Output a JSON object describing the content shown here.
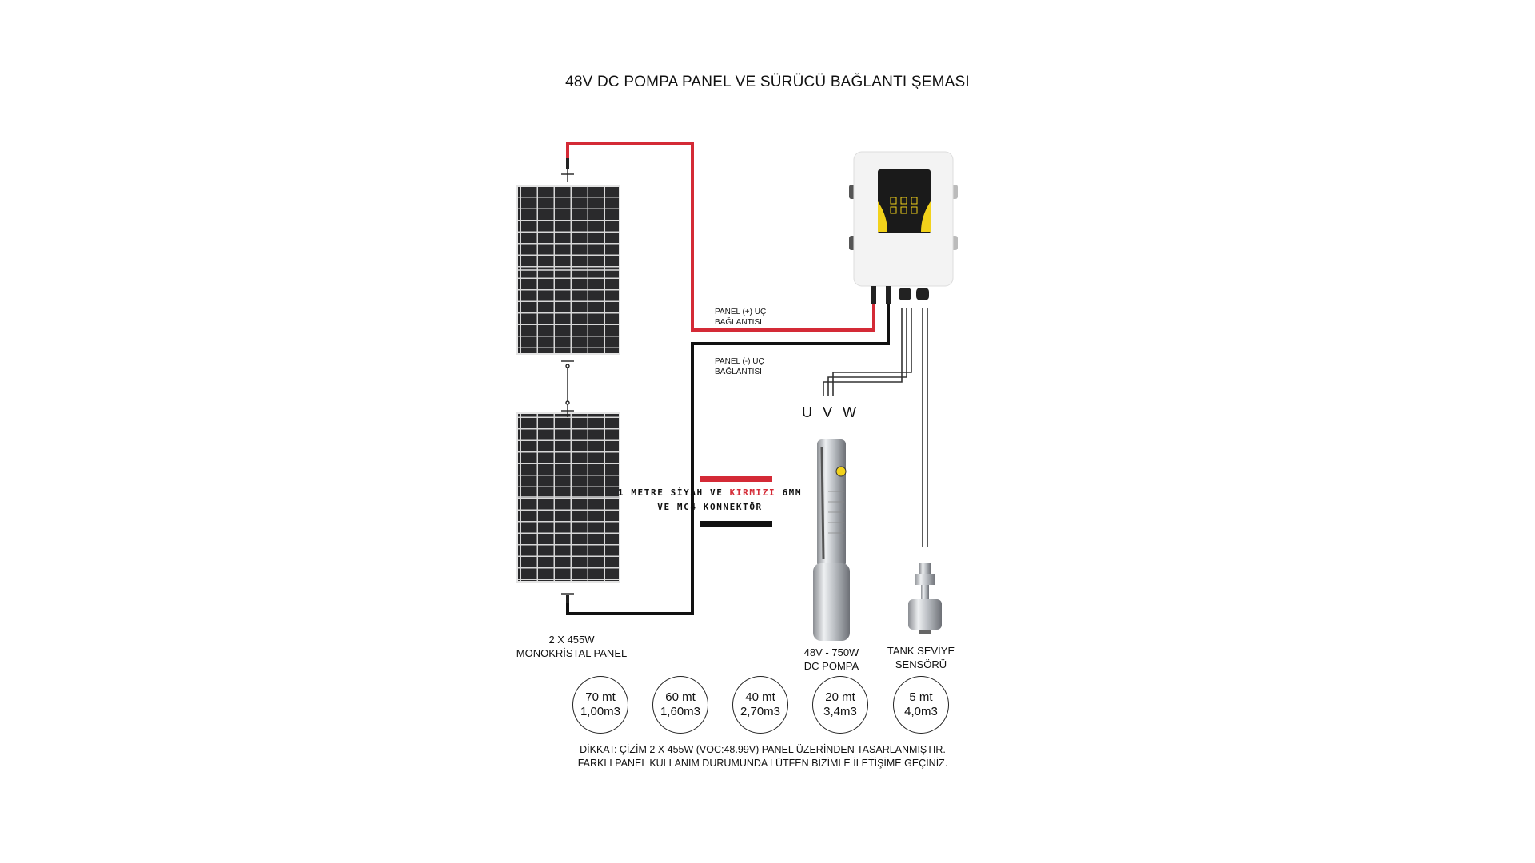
{
  "title": "48V DC POMPA PANEL VE SÜRÜCÜ BAĞLANTI ŞEMASI",
  "colors": {
    "positive_wire": "#d42a36",
    "negative_wire": "#111111",
    "panel_cell": "#2a2a2c",
    "controller_accent": "#f2d21b"
  },
  "wire_labels": {
    "positive": [
      "PANEL (+) UÇ",
      "BAĞLANTISI"
    ],
    "negative": [
      "PANEL (-) UÇ",
      "BAĞLANTISI"
    ]
  },
  "uvw_label": "U V W",
  "cable_note": {
    "line1_a": "1 METRE SİYAH VE ",
    "line1_red": "KIRMIZI",
    "line1_b": " 6MM",
    "line2": "VE MC4 KONNEKTÖR"
  },
  "components": {
    "panel": [
      "2 X 455W",
      "MONOKRİSTAL PANEL"
    ],
    "pump": [
      "48V - 750W",
      "DC POMPA"
    ],
    "sensor": [
      "TANK SEVİYE",
      "SENSÖRÜ"
    ]
  },
  "performance": [
    {
      "head": "70 mt",
      "flow": "1,00m3"
    },
    {
      "head": "60 mt",
      "flow": "1,60m3"
    },
    {
      "head": "40 mt",
      "flow": "2,70m3"
    },
    {
      "head": "20 mt",
      "flow": "3,4m3"
    },
    {
      "head": "5 mt",
      "flow": "4,0m3"
    }
  ],
  "note": [
    "DİKKAT: ÇİZİM 2 X 455W (VOC:48.99V) PANEL ÜZERİNDEN  TASARLANMIŞTIR.",
    "FARKLI PANEL KULLANIM DURUMUNDA LÜTFEN BİZİMLE İLETİŞİME GEÇİNİZ."
  ]
}
